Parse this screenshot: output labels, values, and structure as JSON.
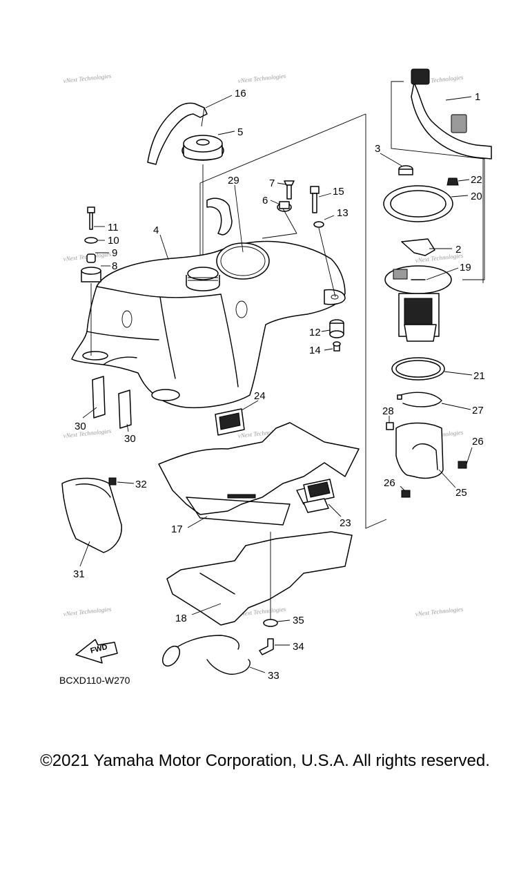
{
  "diagram": {
    "code": "BCXD110-W270",
    "fwd_label": "FWD",
    "watermark": "vNext Technologies",
    "callouts": [
      "1",
      "2",
      "3",
      "4",
      "5",
      "6",
      "7",
      "8",
      "9",
      "10",
      "11",
      "12",
      "13",
      "14",
      "15",
      "16",
      "17",
      "18",
      "19",
      "20",
      "21",
      "22",
      "23",
      "24",
      "25",
      "26",
      "26",
      "27",
      "28",
      "29",
      "30",
      "30",
      "31",
      "32",
      "33",
      "34",
      "35"
    ]
  },
  "footer": {
    "copyright": "©2021 Yamaha Motor Corporation, U.S.A. All rights reserved."
  }
}
